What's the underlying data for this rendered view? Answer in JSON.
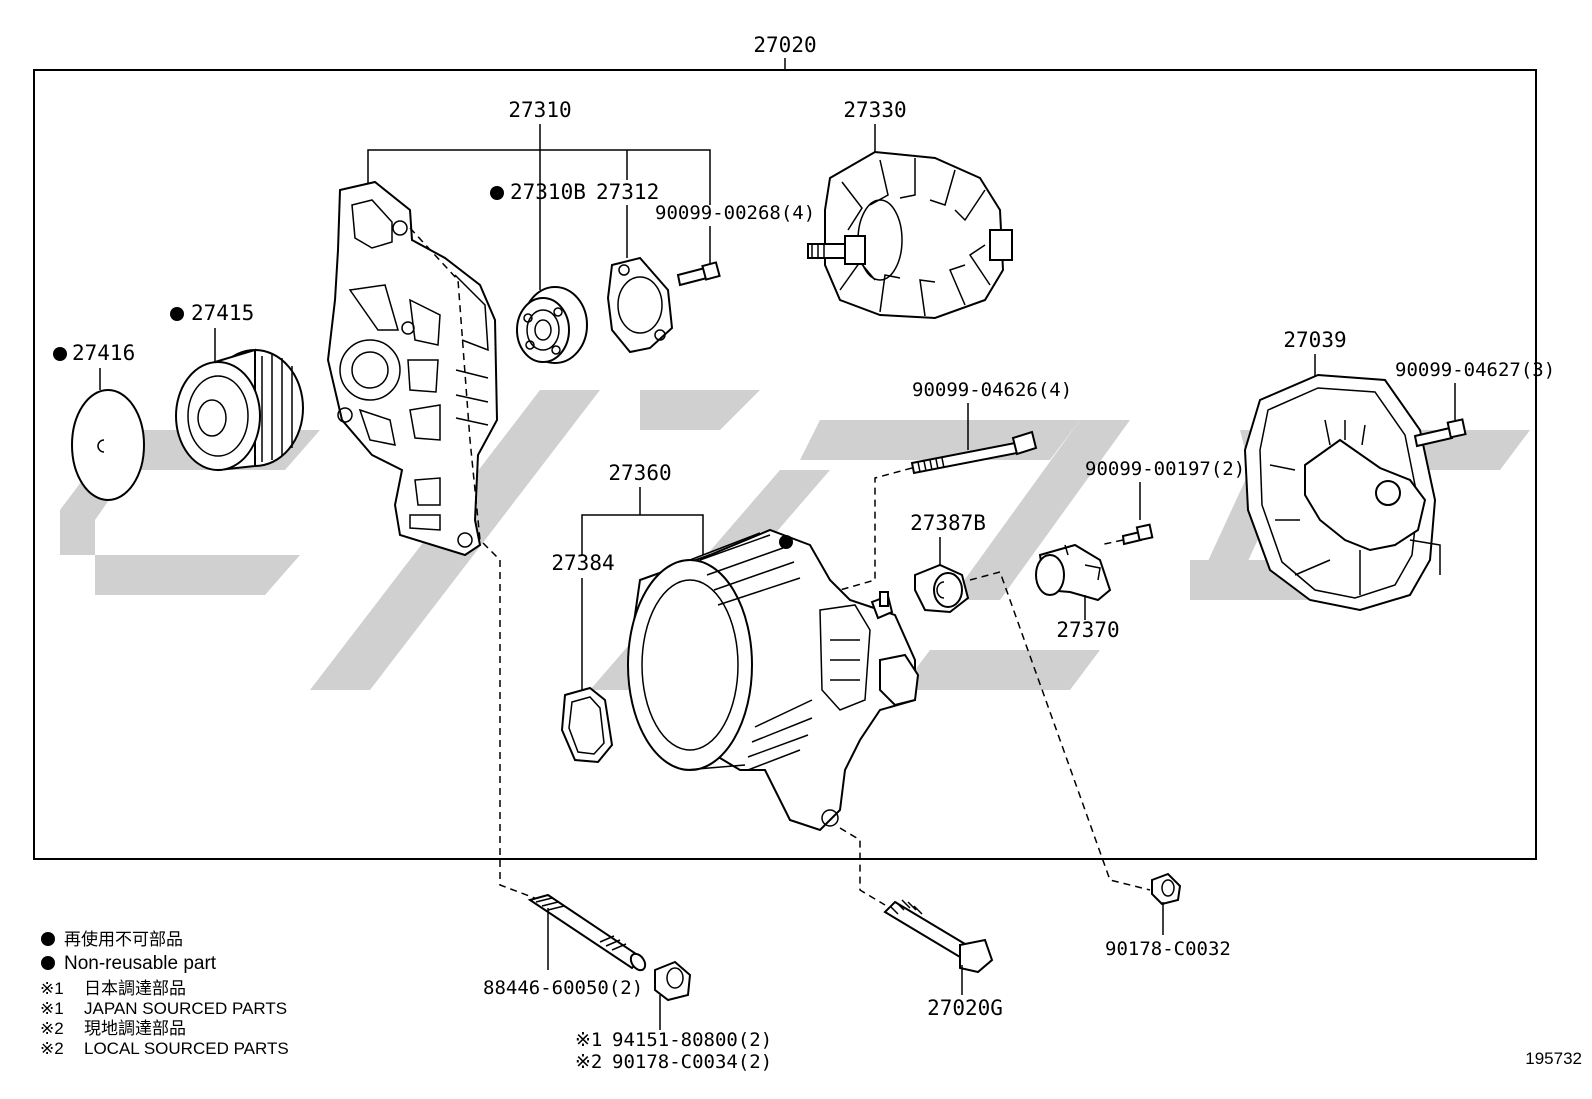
{
  "assembly_label": "27020",
  "markers": {
    "non_reusable_symbol": "●",
    "japan_mark": "※1",
    "local_mark": "※2"
  },
  "labels": {
    "p27310": "27310",
    "p27310B": "27310B",
    "p27312": "27312",
    "p90099_00268": "90099-00268(4)",
    "p27330": "27330",
    "p27415": "27415",
    "p27416": "27416",
    "p27039": "27039",
    "p90099_04627": "90099-04627(3)",
    "p90099_04626": "90099-04626(4)",
    "p90099_00197": "90099-00197(2)",
    "p27360": "27360",
    "p27384": "27384",
    "p27387B": "27387B",
    "p27370": "27370",
    "p88446_60050": "88446-60050(2)",
    "p94151_80800": "94151-80800(2)",
    "p90178_C0034": "90178-C0034(2)",
    "p27020G": "27020G",
    "p90178_C0032": "90178-C0032"
  },
  "legend": {
    "non_reusable_jp": "再使用不可部品",
    "non_reusable_en": "Non-reusable part",
    "japan_jp": "日本調達部品",
    "japan_en": "JAPAN SOURCED PARTS",
    "local_jp": "現地調達部品",
    "local_en": "LOCAL SOURCED PARTS"
  },
  "diagram_id": "195732"
}
